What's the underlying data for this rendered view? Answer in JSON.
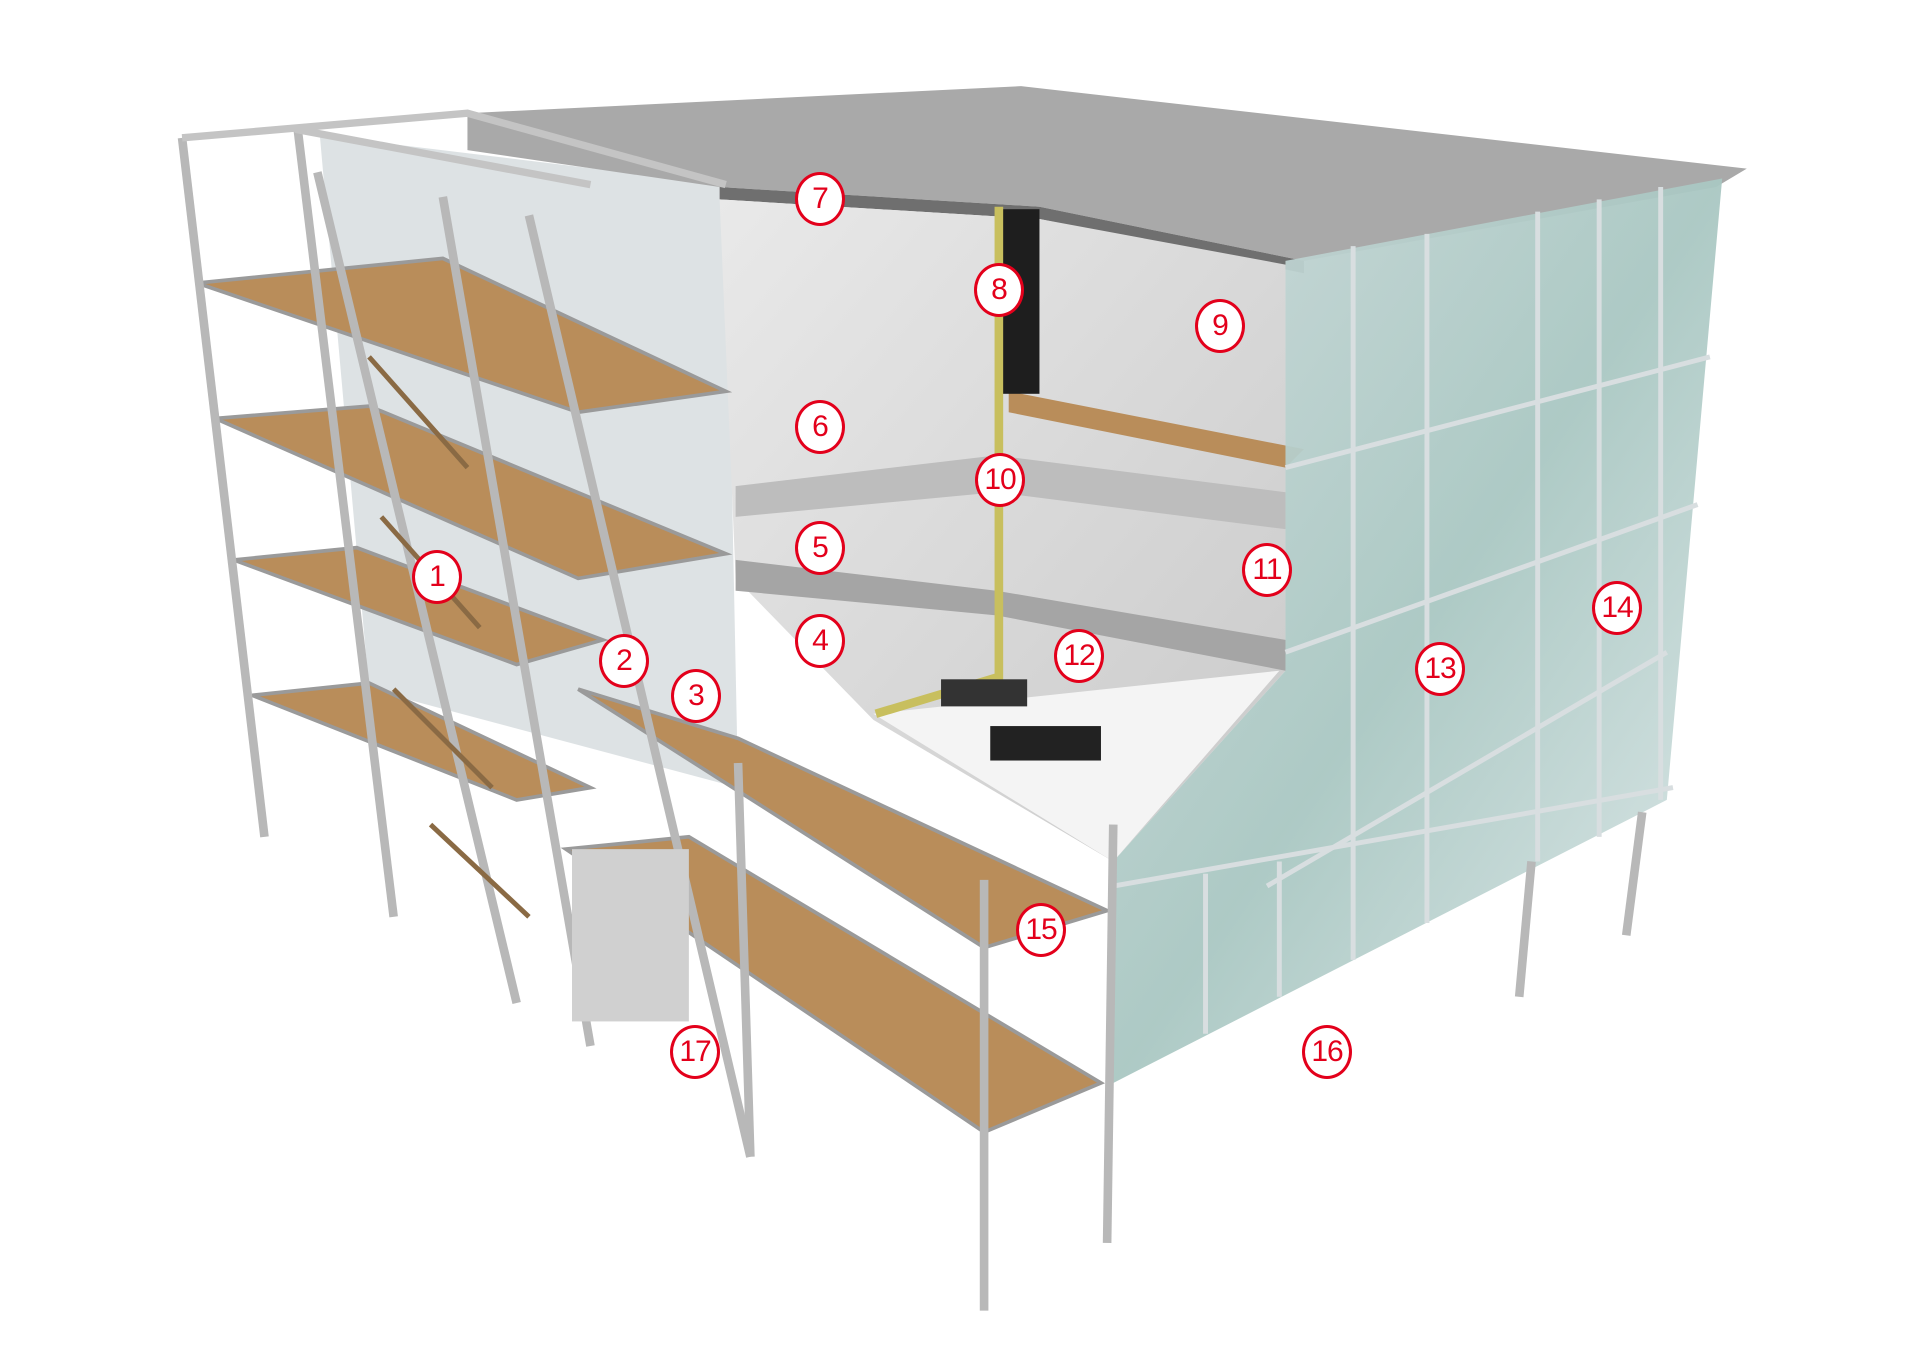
{
  "diagram": {
    "subject": "building-cutaway",
    "callouts": [
      {
        "id": "1",
        "label": "1"
      },
      {
        "id": "2",
        "label": "2"
      },
      {
        "id": "3",
        "label": "3"
      },
      {
        "id": "4",
        "label": "4"
      },
      {
        "id": "5",
        "label": "5"
      },
      {
        "id": "6",
        "label": "6"
      },
      {
        "id": "7",
        "label": "7"
      },
      {
        "id": "8",
        "label": "8"
      },
      {
        "id": "9",
        "label": "9"
      },
      {
        "id": "10",
        "label": "10"
      },
      {
        "id": "11",
        "label": "11"
      },
      {
        "id": "12",
        "label": "12"
      },
      {
        "id": "13",
        "label": "13"
      },
      {
        "id": "14",
        "label": "14"
      },
      {
        "id": "15",
        "label": "15"
      },
      {
        "id": "16",
        "label": "16"
      },
      {
        "id": "17",
        "label": "17"
      }
    ],
    "colors": {
      "callout": "#e3001b",
      "roof": "#a9a9a9",
      "glass": "#b7d0cf",
      "deck": "#b98d5a",
      "insulation": "#c8bf5e",
      "frame": "#bdbdbd"
    }
  }
}
